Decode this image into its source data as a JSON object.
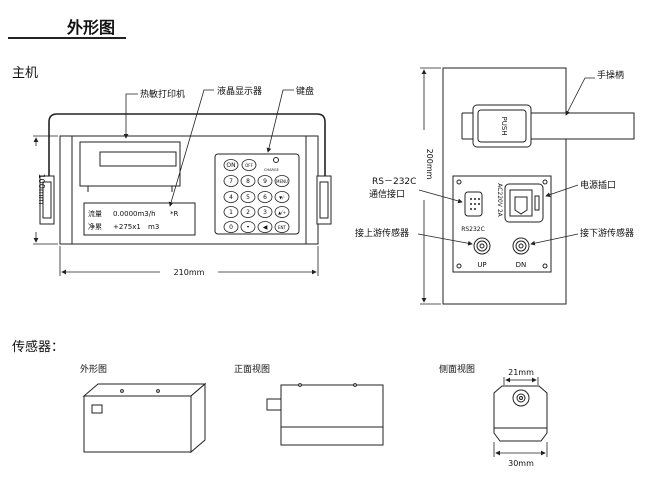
{
  "page": {
    "title": "外形图",
    "host_heading": "主机",
    "sensor_heading": "传感器："
  },
  "host_front": {
    "printer_label": "热敏打印机",
    "lcd_label": "液晶显示器",
    "keypad_label": "键盘",
    "lcd_line1_label": "流量",
    "lcd_line1_value": "0.0000m3/h",
    "lcd_line1_flag": "*R",
    "lcd_line2_label": "净累",
    "lcd_line2_value": "+275x1",
    "lcd_line2_unit": "m3",
    "keys": [
      "ON",
      "OFF",
      "7",
      "8",
      "9",
      "MENU",
      "4",
      "5",
      "6",
      "▼/-",
      "1",
      "2",
      "3",
      "▲/+",
      "0",
      "•",
      "◀",
      "ENT"
    ],
    "power_led_label": "CHARGE",
    "height_dim": "100mm",
    "width_dim": "210mm"
  },
  "host_side": {
    "handle_label": "手操柄",
    "push_label": "PUSH",
    "rs232_label_1": "RS－232C",
    "rs232_label_2": "通信接口",
    "rs232_port_text": "RS232C",
    "power_socket_label": "电源插口",
    "power_rating": "AC220V 2A",
    "upstream_label": "接上游传感器",
    "downstream_label": "接下游传感器",
    "up_port": "UP",
    "dn_port": "DN",
    "height_dim": "200mm"
  },
  "sensor": {
    "outline_label": "外形图",
    "front_view_label": "正面视图",
    "side_view_label": "侧面视图",
    "top_dim": "21mm",
    "bottom_dim": "30mm"
  }
}
